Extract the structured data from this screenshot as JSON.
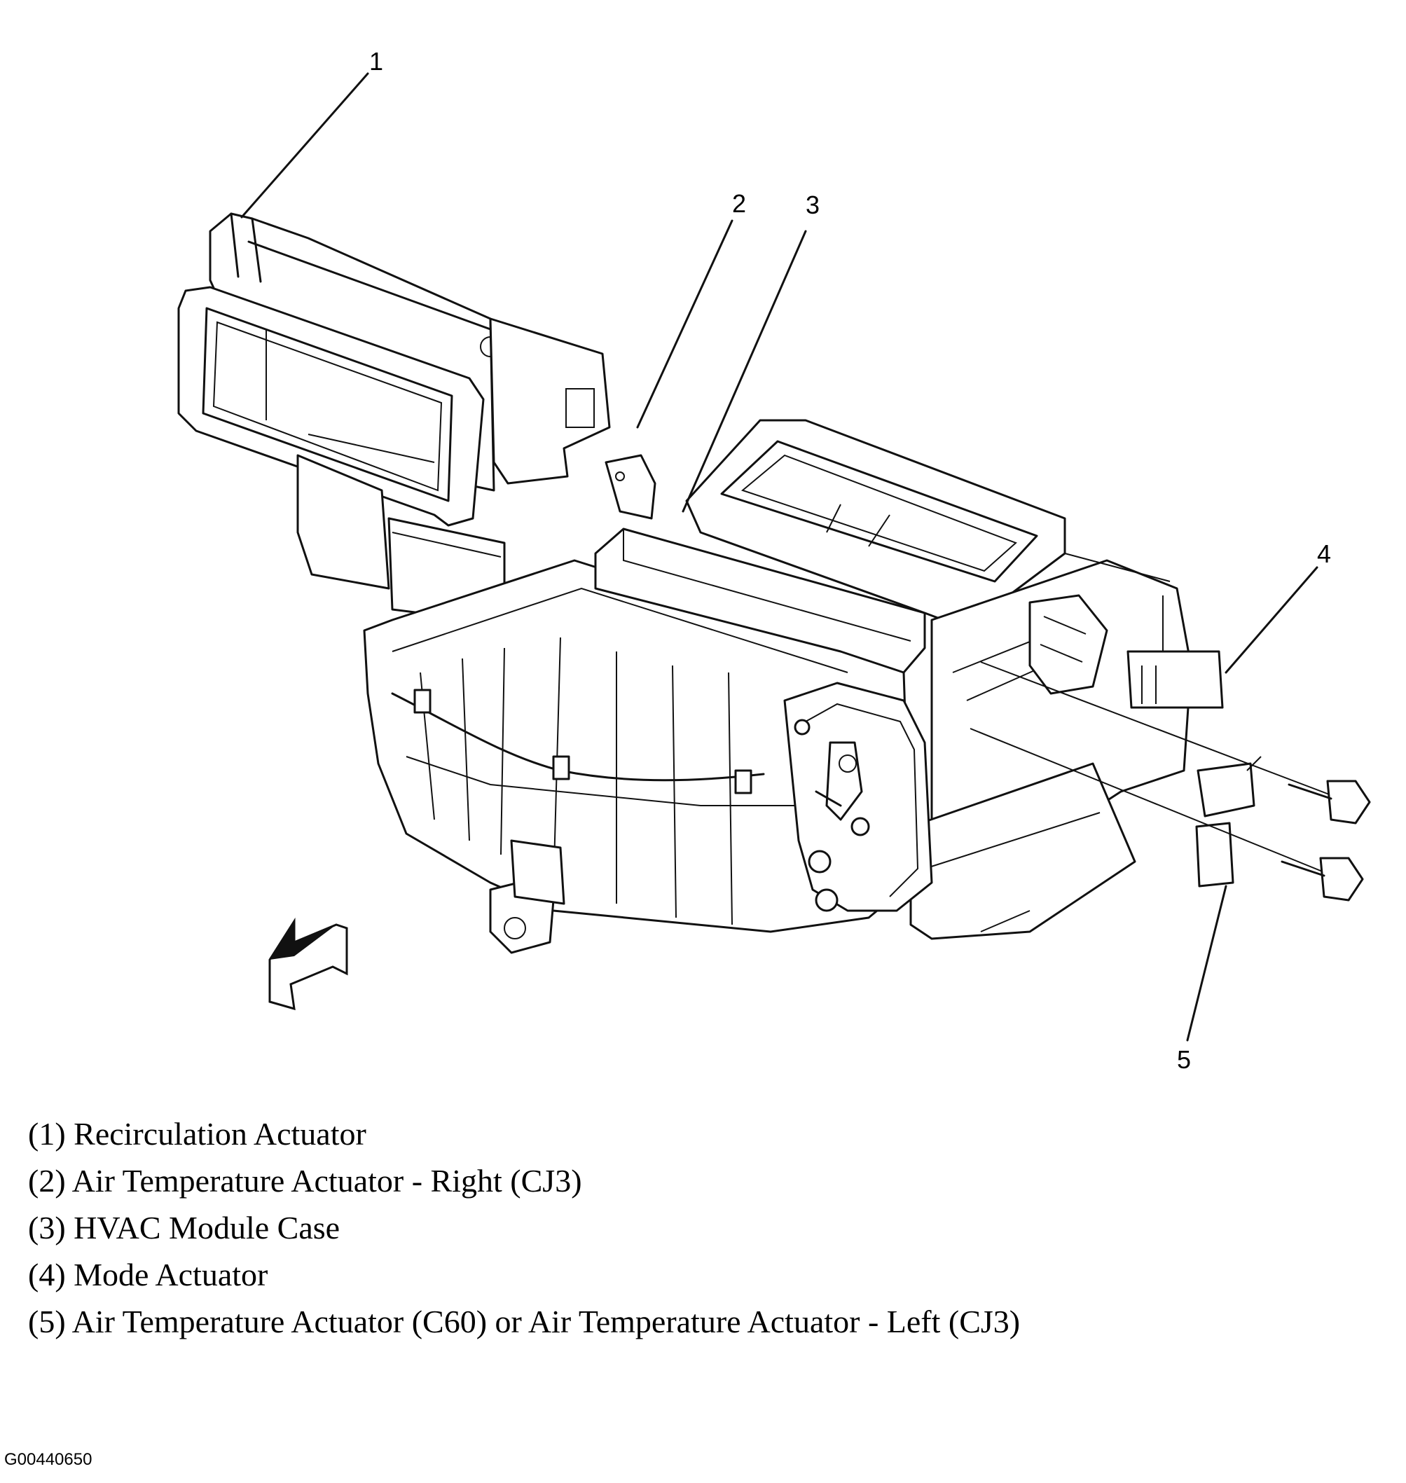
{
  "callouts": [
    "1",
    "2",
    "3",
    "4",
    "5"
  ],
  "legend": [
    "(1) Recirculation Actuator",
    "(2) Air Temperature Actuator - Right (CJ3)",
    "(3) HVAC Module Case",
    "(4) Mode Actuator",
    "(5) Air Temperature Actuator (C60) or Air Temperature Actuator - Left (CJ3)"
  ],
  "figure_id": "G00440650",
  "direction_arrow_icon": "front-direction-arrow-icon"
}
